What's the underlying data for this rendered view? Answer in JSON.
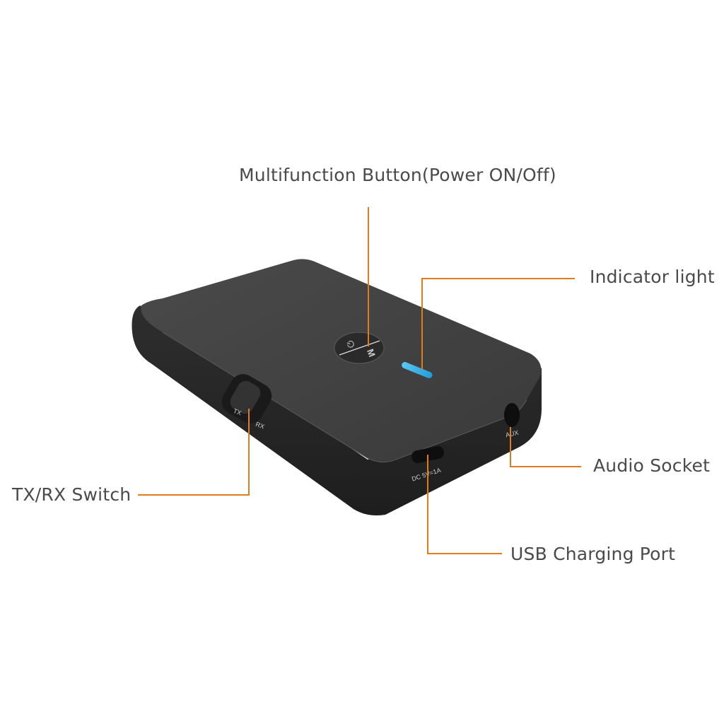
{
  "diagram": {
    "subject": "Bluetooth transmitter/receiver device",
    "callouts": [
      {
        "id": "multifunction",
        "label": "Multifunction Button(Power ON/Off)"
      },
      {
        "id": "indicator",
        "label": "Indicator light"
      },
      {
        "id": "audio",
        "label": "Audio Socket"
      },
      {
        "id": "usb",
        "label": "USB Charging Port"
      },
      {
        "id": "switch",
        "label": "TX/RX Switch"
      }
    ],
    "device_markings": {
      "button_top": "⏻",
      "button_bottom": "M",
      "switch_left": "TX",
      "switch_right": "RX",
      "usb_port": "DC 5V=1A",
      "aux_port": "AUX"
    },
    "colors": {
      "leader_line": "#e07b1f",
      "indicator_led": "#2aa8e0",
      "device_body": "#3c3c3c",
      "label_text": "#4a4a4a"
    }
  }
}
